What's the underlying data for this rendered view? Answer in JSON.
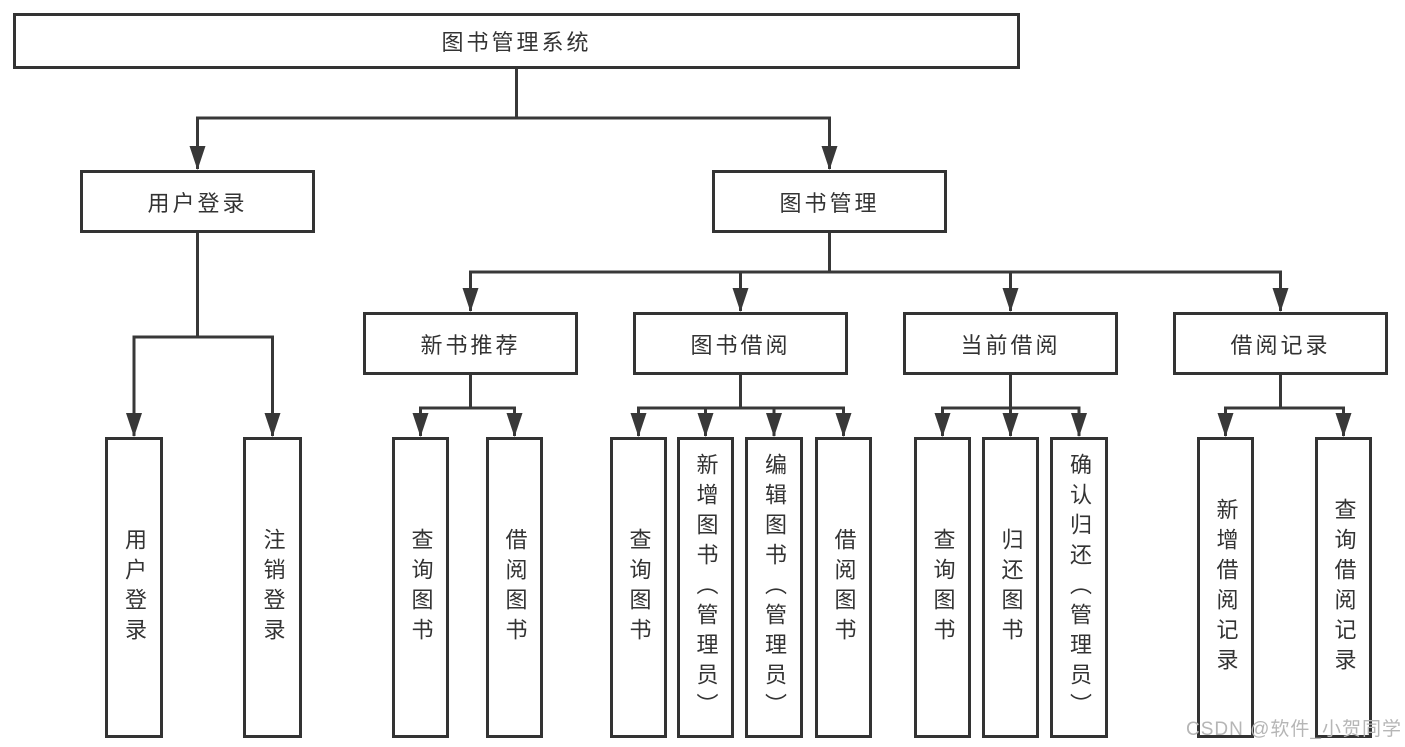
{
  "diagram": {
    "root": {
      "label": "图书管理系统"
    },
    "branches": [
      {
        "label": "用户登录",
        "leaves": [
          "用户登录",
          "注销登录"
        ]
      },
      {
        "label": "图书管理",
        "groups": [
          {
            "label": "新书推荐",
            "leaves": [
              "查询图书",
              "借阅图书"
            ]
          },
          {
            "label": "图书借阅",
            "leaves": [
              "查询图书",
              "新增图书（管理员）",
              "编辑图书（管理员）",
              "借阅图书"
            ]
          },
          {
            "label": "当前借阅",
            "leaves": [
              "查询图书",
              "归还图书",
              "确认归还（管理员）"
            ]
          },
          {
            "label": "借阅记录",
            "leaves": [
              "新增借阅记录",
              "查询借阅记录"
            ]
          }
        ]
      }
    ]
  },
  "watermark": {
    "text": "CSDN @软件_小贺同学"
  },
  "colors": {
    "box_border": "#333333",
    "connector_line": "#383838",
    "text": "#333333",
    "watermark": "#b6b6b6",
    "background": "#ffffff"
  }
}
